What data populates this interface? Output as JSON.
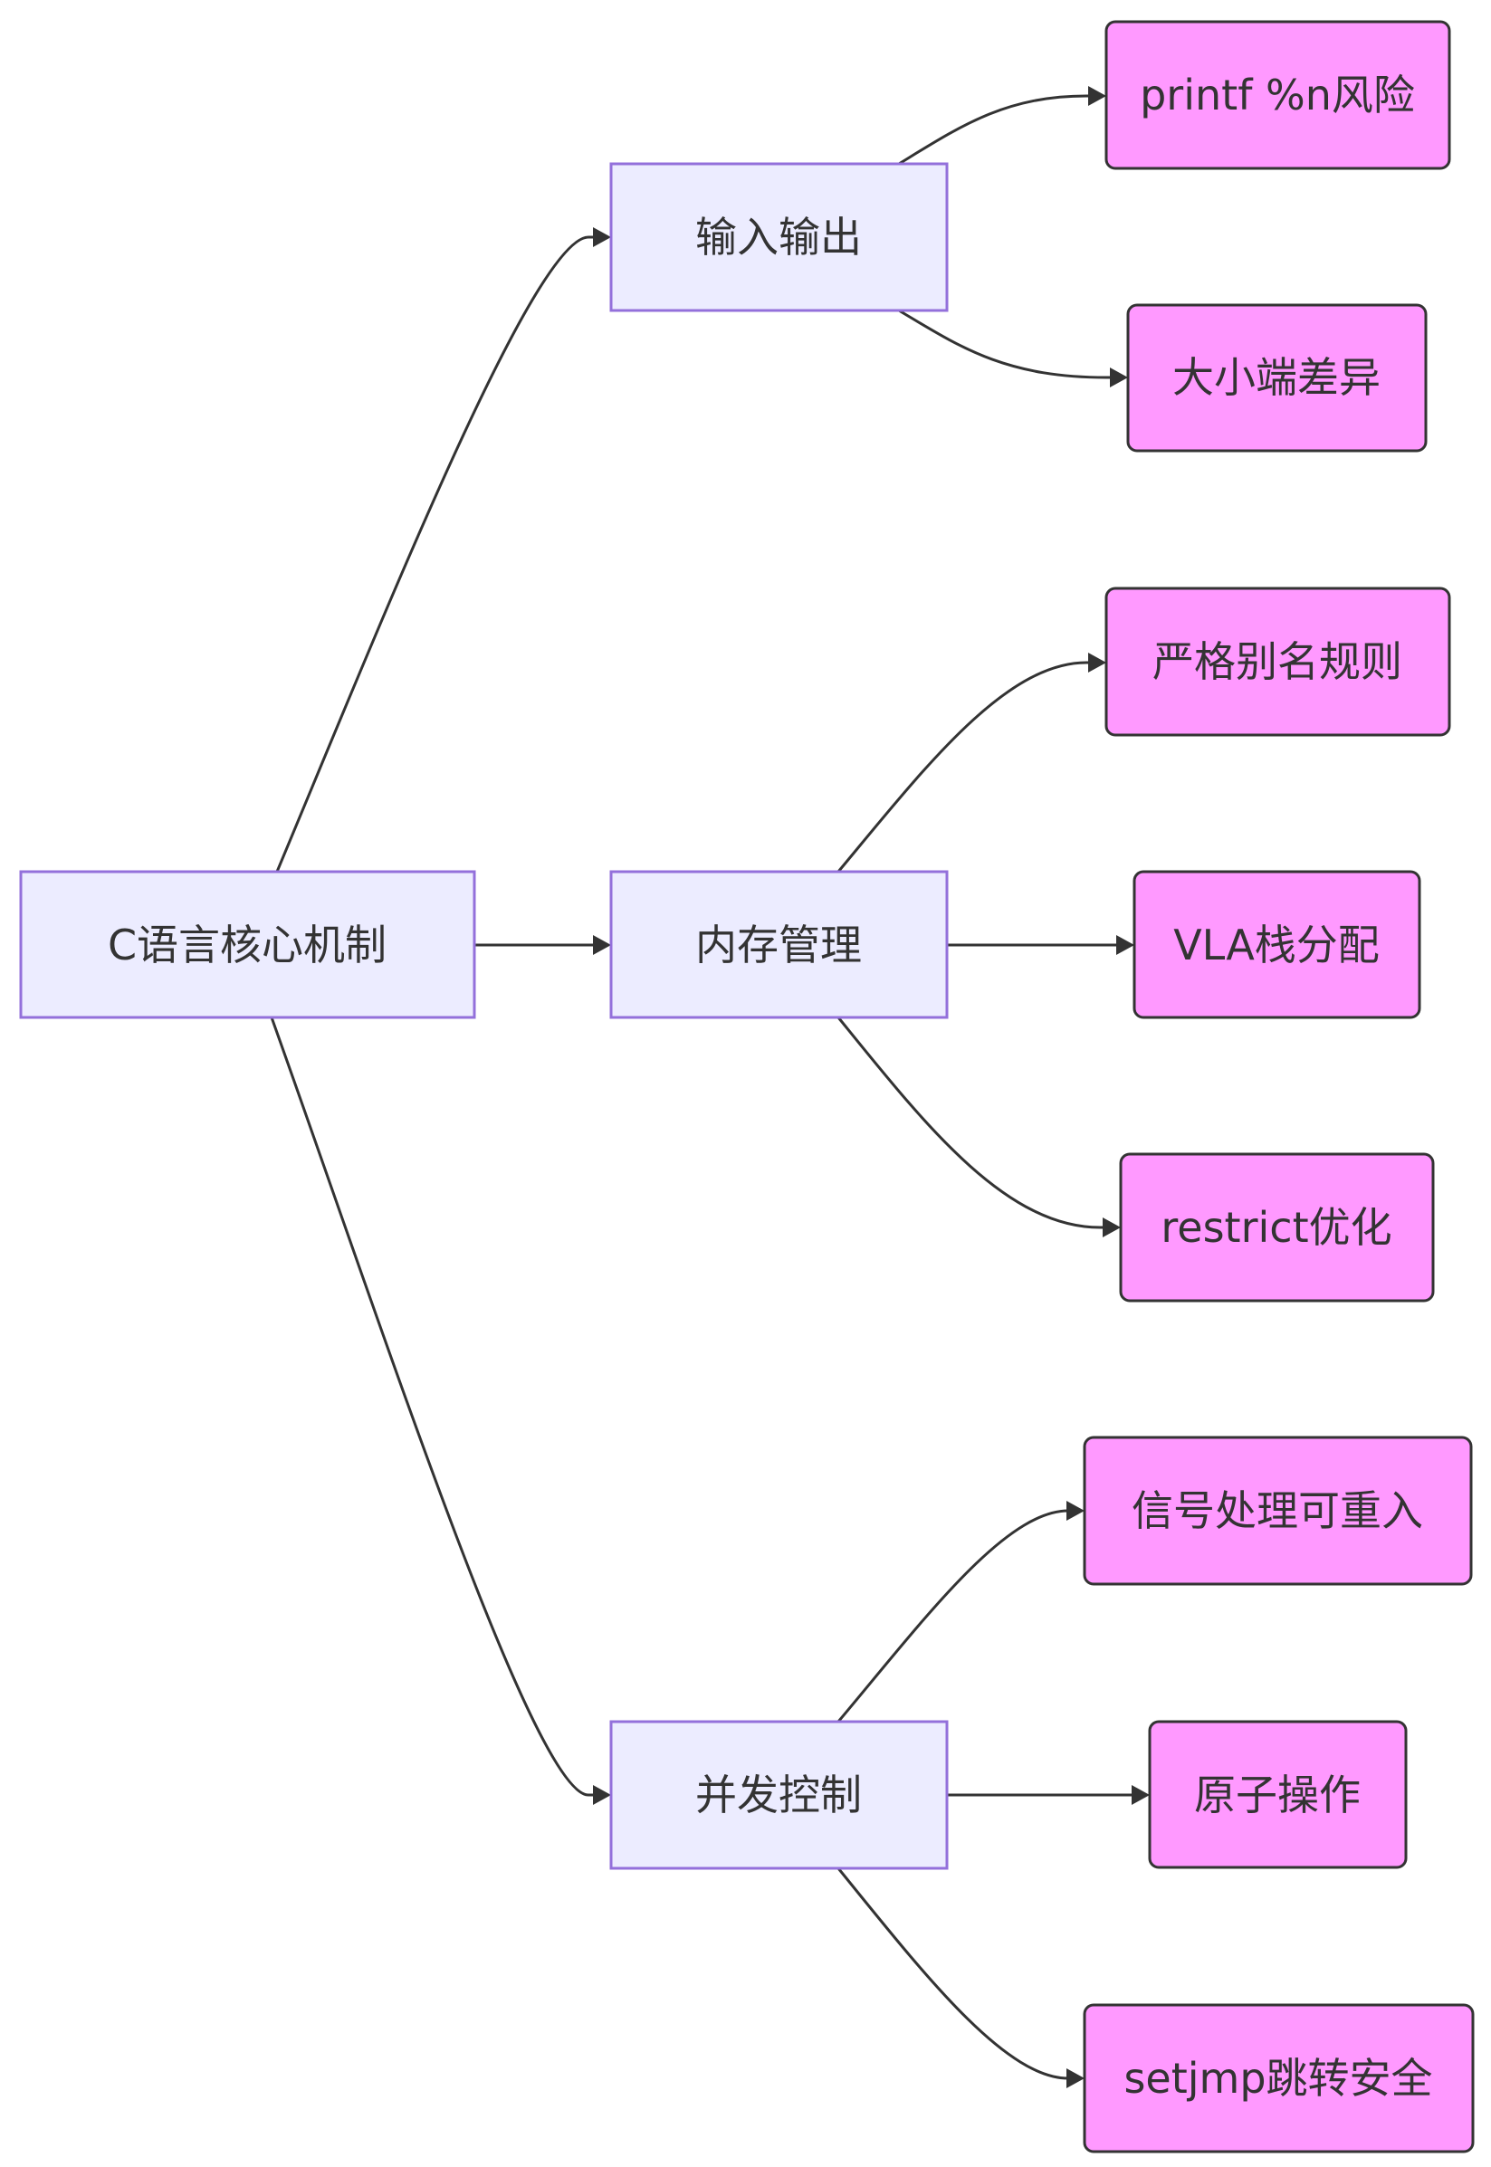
{
  "diagram": {
    "type": "flowchart",
    "direction": "left-to-right",
    "root": {
      "id": "root",
      "label": "C语言核心机制"
    },
    "branches": [
      {
        "id": "io",
        "label": "输入输出",
        "children": [
          {
            "id": "io1",
            "label": "printf %n风险"
          },
          {
            "id": "io2",
            "label": "大小端差异"
          }
        ]
      },
      {
        "id": "mem",
        "label": "内存管理",
        "children": [
          {
            "id": "mem1",
            "label": "严格别名规则"
          },
          {
            "id": "mem2",
            "label": "VLA栈分配"
          },
          {
            "id": "mem3",
            "label": "restrict优化"
          }
        ]
      },
      {
        "id": "conc",
        "label": "并发控制",
        "children": [
          {
            "id": "conc1",
            "label": "信号处理可重入"
          },
          {
            "id": "conc2",
            "label": "原子操作"
          },
          {
            "id": "conc3",
            "label": "setjmp跳转安全"
          }
        ]
      }
    ],
    "colors": {
      "main_fill": "#ECECFF",
      "main_stroke": "#9370DB",
      "leaf_fill": "#FF99FF",
      "leaf_stroke": "#333333",
      "edge": "#333333",
      "text": "#333333"
    }
  }
}
